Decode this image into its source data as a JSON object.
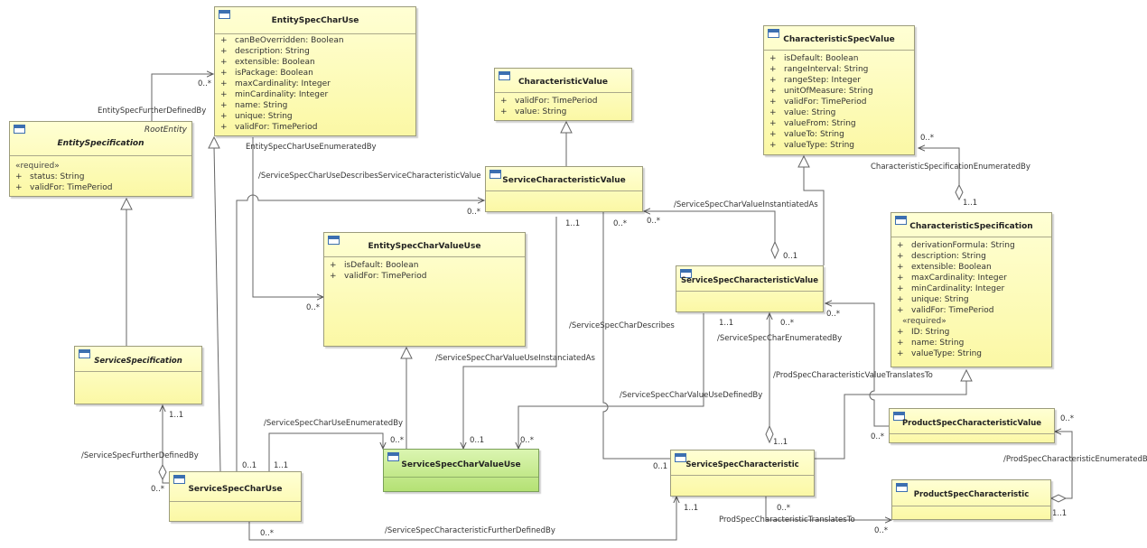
{
  "classes": {
    "entitySpecCharUse": {
      "name": "EntitySpecCharUse",
      "attributes": [
        {
          "vis": "+",
          "text": "canBeOverridden: Boolean"
        },
        {
          "vis": "+",
          "text": "description: String"
        },
        {
          "vis": "+",
          "text": "extensible: Boolean"
        },
        {
          "vis": "+",
          "text": "isPackage: Boolean"
        },
        {
          "vis": "+",
          "text": "maxCardinality: Integer"
        },
        {
          "vis": "+",
          "text": "minCardinality: Integer"
        },
        {
          "vis": "+",
          "text": "name: String"
        },
        {
          "vis": "+",
          "text": "unique: String"
        },
        {
          "vis": "+",
          "text": "validFor: TimePeriod"
        }
      ]
    },
    "entitySpecification": {
      "name": "EntitySpecification",
      "keyword": "RootEntity",
      "stereotype": "«required»",
      "attributes": [
        {
          "vis": "+",
          "text": "status: String"
        },
        {
          "vis": "+",
          "text": "validFor: TimePeriod"
        }
      ]
    },
    "characteristicValue": {
      "name": "CharacteristicValue",
      "attributes": [
        {
          "vis": "+",
          "text": "validFor: TimePeriod"
        },
        {
          "vis": "+",
          "text": "value: String"
        }
      ]
    },
    "characteristicSpecValue": {
      "name": "CharacteristicSpecValue",
      "attributes": [
        {
          "vis": "+",
          "text": "isDefault: Boolean"
        },
        {
          "vis": "+",
          "text": "rangeInterval: String"
        },
        {
          "vis": "+",
          "text": "rangeStep: Integer"
        },
        {
          "vis": "+",
          "text": "unitOfMeasure: String"
        },
        {
          "vis": "+",
          "text": "validFor: TimePeriod"
        },
        {
          "vis": "+",
          "text": "value: String"
        },
        {
          "vis": "+",
          "text": "valueFrom: String"
        },
        {
          "vis": "+",
          "text": "valueTo: String"
        },
        {
          "vis": "+",
          "text": "valueType: String"
        }
      ]
    },
    "serviceCharacteristicValue": {
      "name": "ServiceCharacteristicValue"
    },
    "entitySpecCharValueUse": {
      "name": "EntitySpecCharValueUse",
      "attributes": [
        {
          "vis": "+",
          "text": "isDefault: Boolean"
        },
        {
          "vis": "+",
          "text": "validFor: TimePeriod"
        }
      ]
    },
    "characteristicSpecification": {
      "name": "CharacteristicSpecification",
      "attributes": [
        {
          "vis": "+",
          "text": "derivationFormula: String"
        },
        {
          "vis": "+",
          "text": "description: String"
        },
        {
          "vis": "+",
          "text": "extensible: Boolean"
        },
        {
          "vis": "+",
          "text": "maxCardinality: Integer"
        },
        {
          "vis": "+",
          "text": "minCardinality: Integer"
        },
        {
          "vis": "+",
          "text": "unique: String"
        },
        {
          "vis": "+",
          "text": "validFor: TimePeriod"
        }
      ],
      "stereotype": "«required»",
      "required_attributes": [
        {
          "vis": "+",
          "text": "ID: String"
        },
        {
          "vis": "+",
          "text": "name: String"
        },
        {
          "vis": "+",
          "text": "valueType: String"
        }
      ]
    },
    "serviceSpecCharacteristicValue": {
      "name": "ServiceSpecCharacteristicValue"
    },
    "serviceSpecification": {
      "name": "ServiceSpecification"
    },
    "serviceSpecCharUse": {
      "name": "ServiceSpecCharUse"
    },
    "serviceSpecCharValueUse": {
      "name": "ServiceSpecCharValueUse"
    },
    "serviceSpecCharacteristic": {
      "name": "ServiceSpecCharacteristic"
    },
    "productSpecCharacteristicValue": {
      "name": "ProductSpecCharacteristicValue"
    },
    "productSpecCharacteristic": {
      "name": "ProductSpecCharacteristic"
    }
  },
  "labels": {
    "entitySpecFurtherDefinedBy": "EntitySpecFurtherDefinedBy",
    "entitySpecCharUseEnumeratedBy": "EntitySpecCharUseEnumeratedBy",
    "serviceSpecCharUseDescribesServiceCharacteristicValue": "/ServiceSpecCharUseDescribesServiceCharacteristicValue",
    "characteristicSpecificationEnumeratedBy": "CharacteristicSpecificationEnumeratedBy",
    "serviceSpecCharValueInstantiatedAs": "/ServiceSpecCharValueInstantiatedAs",
    "serviceSpecCharDescribes": "/ServiceSpecCharDescribes",
    "serviceSpecCharEnumeratedBy": "/ServiceSpecCharEnumeratedBy",
    "serviceSpecCharValueUseInstanciatedAs": "/ServiceSpecCharValueUseInstanciatedAs",
    "prodSpecCharacteristicValueTranslatesTo": "/ProdSpecCharacteristicValueTranslatesTo",
    "serviceSpecCharValueUseDefinedBy": "/ServiceSpecCharValueUseDefinedBy",
    "serviceSpecCharUseEnumeratedBy": "/ServiceSpecCharUseEnumeratedBy",
    "serviceSpecFurtherDefinedBy": "/ServiceSpecFurtherDefinedBy",
    "prodSpecCharacteristicEnumeratedBy": "/ProdSpecCharacteristicEnumeratedBy",
    "serviceSpecCharacteristicFurtherDefinedBy": "/ServiceSpecCharacteristicFurtherDefinedBy",
    "prodSpecCharacteristicTranslatesTo": "ProdSpecCharacteristicTranslatesTo"
  },
  "multiplicities": {
    "m1": "0..*",
    "m2": "0..*",
    "m3": "0..*",
    "m4": "1..1",
    "m5": "0..*",
    "m6": "0..*",
    "m7": "0..1",
    "m8": "0..*",
    "m9": "1..1",
    "m10": "1..1",
    "m11": "0..*",
    "m12": "0..*",
    "m13": "1..1",
    "m14": "0..*",
    "m15": "0..1",
    "m16": "1..1",
    "m17": "0..*",
    "m18": "0..1",
    "m19": "0..*",
    "m20": "1..1",
    "m21": "0..*",
    "m22": "0..*",
    "m23": "0..1",
    "m24": "0..*",
    "m25": "1..1",
    "m26": "0..*",
    "m27": "0..*",
    "m28": "1..1"
  }
}
